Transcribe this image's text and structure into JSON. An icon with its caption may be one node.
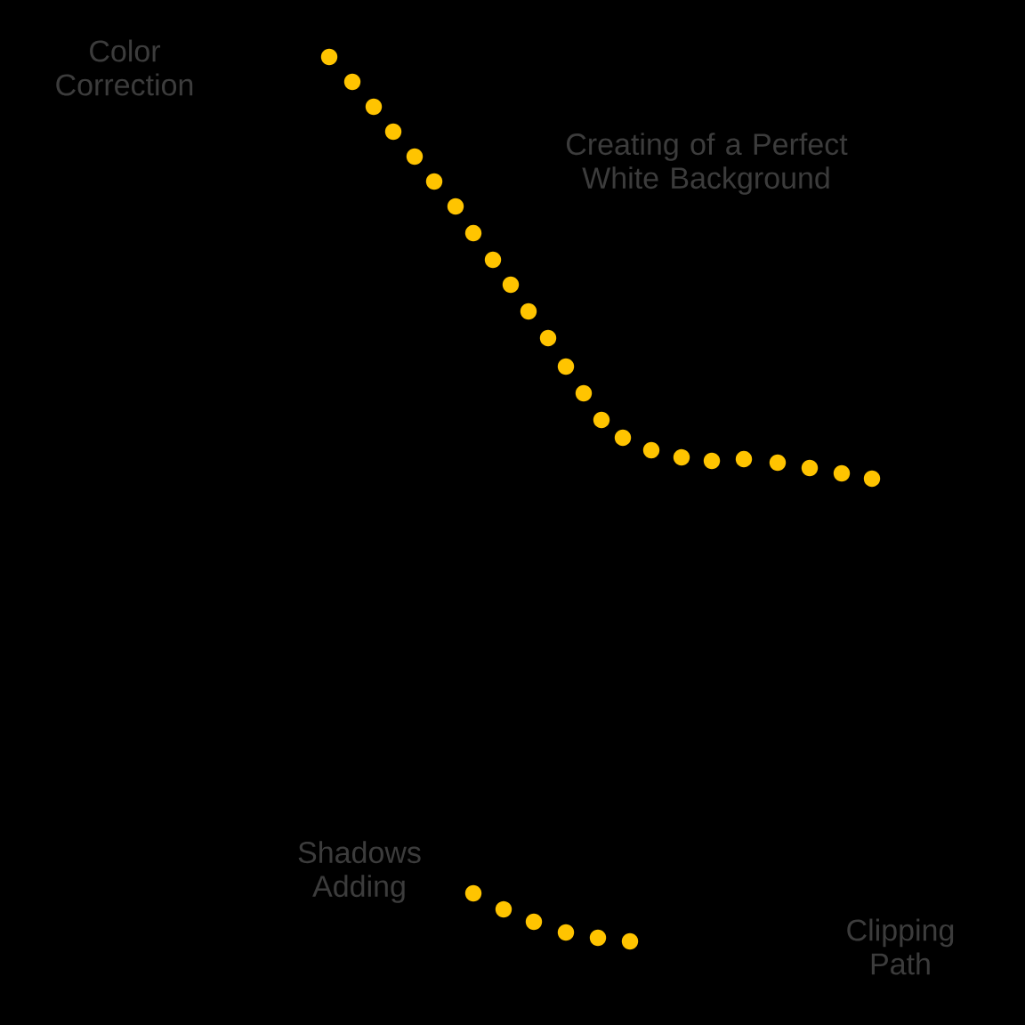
{
  "diagram": {
    "labels": [
      "Color Correction",
      "Creating of a Perfect White Background",
      "Shadows Adding",
      "Clipping Path"
    ]
  }
}
